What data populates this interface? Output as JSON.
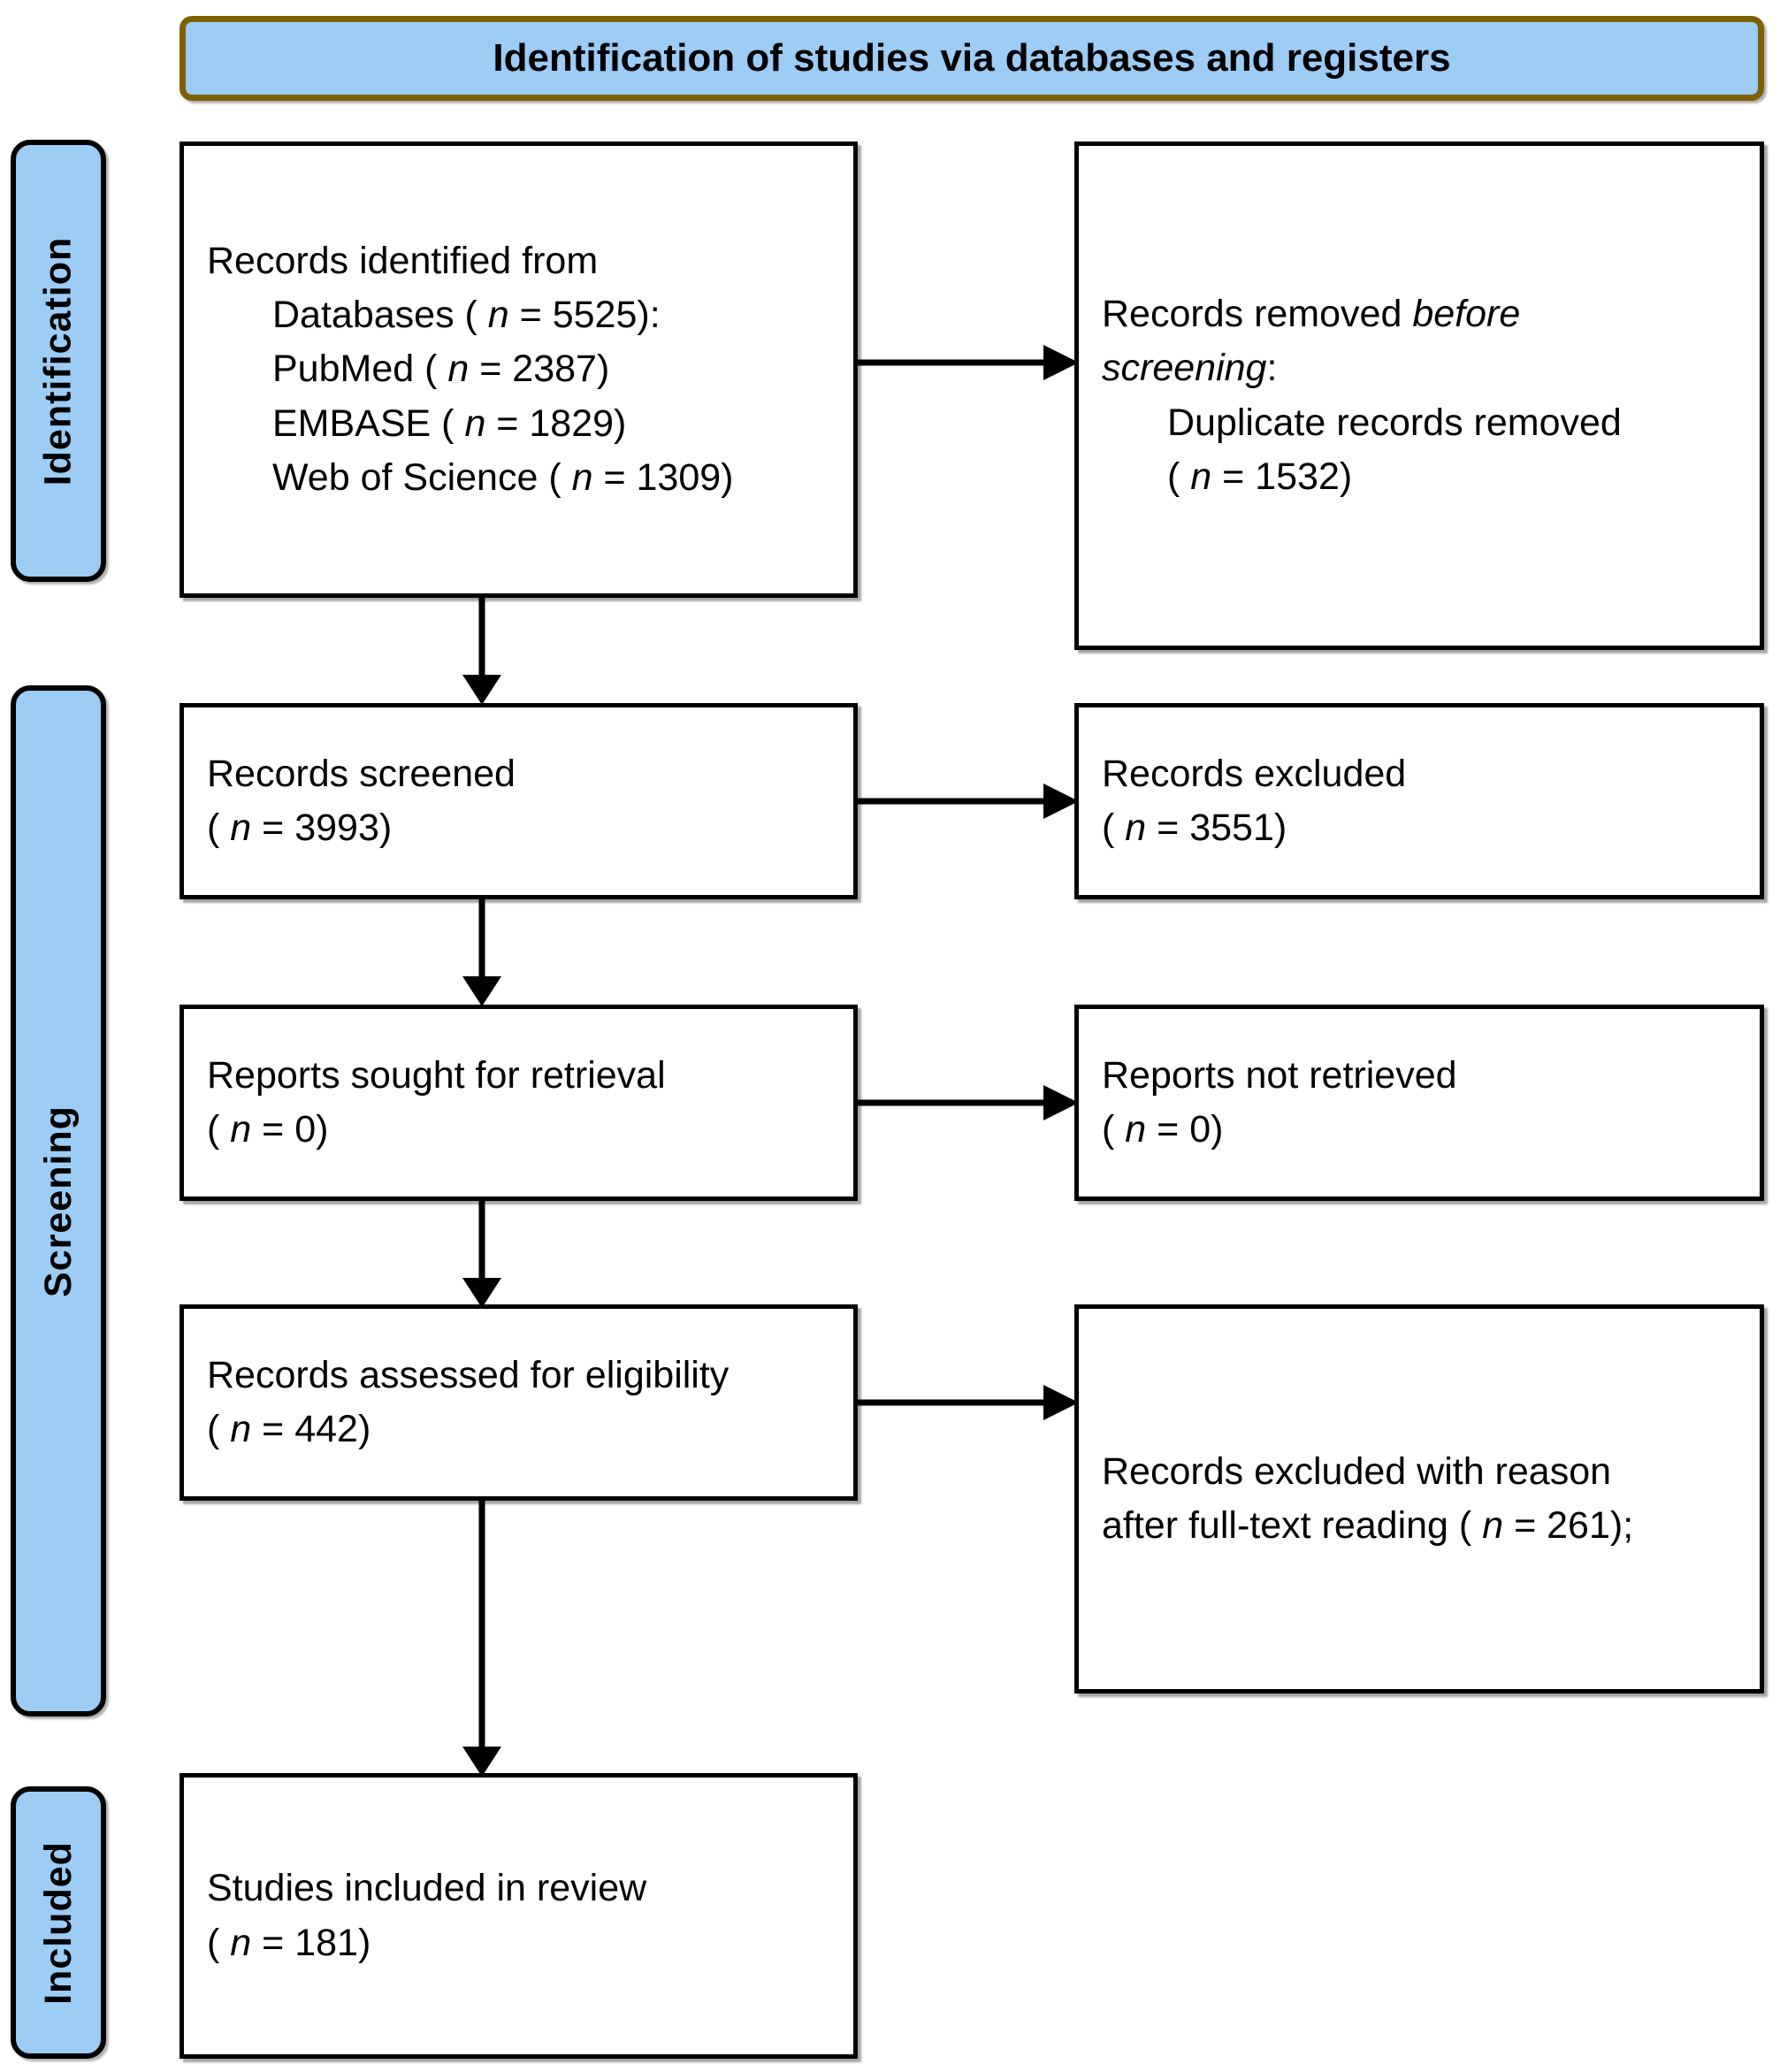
{
  "header": {
    "title": "Identification of studies via databases and registers",
    "banner_fill": "#9DCCF5",
    "banner_border": "#7F6000"
  },
  "stages": {
    "identification": "Identification",
    "screening": "Screening",
    "included": "Included",
    "fill": "#9DCCF5",
    "border": "#000000"
  },
  "boxes": {
    "identified": {
      "l1": "Records identified from",
      "l2_pre": "Databases ( ",
      "l2_n": "n",
      "l2_post": " = 5525):",
      "l3_pre": "PubMed ( ",
      "l3_n": "n",
      "l3_post": " = 2387)",
      "l4_pre": "EMBASE ( ",
      "l4_n": "n",
      "l4_post": " = 1829)",
      "l5_pre": "Web of Science ( ",
      "l5_n": "n",
      "l5_post": " = 1309)"
    },
    "removed": {
      "l1_pre": "Records removed ",
      "l1_em": "before",
      "l2_em": "screening",
      "l2_post": ":",
      "l3": "Duplicate records removed",
      "l4_pre": "( ",
      "l4_n": "n",
      "l4_post": " = 1532)"
    },
    "screened": {
      "l1": "Records screened",
      "l2_pre": "( ",
      "l2_n": "n",
      "l2_post": " = 3993)"
    },
    "excluded1": {
      "l1": "Records excluded",
      "l2_pre": "( ",
      "l2_n": "n",
      "l2_post": " = 3551)"
    },
    "sought": {
      "l1": "Reports sought for retrieval",
      "l2_pre": "( ",
      "l2_n": "n",
      "l2_post": " = 0)"
    },
    "notretrieved": {
      "l1": "Reports not retrieved",
      "l2_pre": "( ",
      "l2_n": "n",
      "l2_post": " = 0)"
    },
    "assessed": {
      "l1": "Records assessed for eligibility",
      "l2_pre": "( ",
      "l2_n": "n",
      "l2_post": " = 442)"
    },
    "excluded2": {
      "l1": "Records excluded with reason",
      "l2_pre": "after full-text reading ( ",
      "l2_n": "n",
      "l2_post": " = 261);"
    },
    "included": {
      "l1": "Studies included in review",
      "l2_pre": "( ",
      "l2_n": "n",
      "l2_post": " = 181)"
    }
  },
  "chart_data": {
    "type": "diagram",
    "title": "PRISMA flow diagram",
    "nodes": [
      {
        "id": "identified",
        "stage": "Identification",
        "label": "Records identified from Databases (n = 5525): PubMed (n = 2387), EMBASE (n = 1829), Web of Science (n = 1309)",
        "n": 5525
      },
      {
        "id": "removed",
        "stage": "Identification",
        "label": "Records removed before screening: Duplicate records removed (n = 1532)",
        "n": 1532
      },
      {
        "id": "screened",
        "stage": "Screening",
        "label": "Records screened (n = 3993)",
        "n": 3993
      },
      {
        "id": "excluded1",
        "stage": "Screening",
        "label": "Records excluded (n = 3551)",
        "n": 3551
      },
      {
        "id": "sought",
        "stage": "Screening",
        "label": "Reports sought for retrieval (n = 0)",
        "n": 0
      },
      {
        "id": "notretrieved",
        "stage": "Screening",
        "label": "Reports not retrieved (n = 0)",
        "n": 0
      },
      {
        "id": "assessed",
        "stage": "Screening",
        "label": "Records assessed for eligibility (n = 442)",
        "n": 442
      },
      {
        "id": "excluded2",
        "stage": "Screening",
        "label": "Records excluded with reason after full-text reading (n = 261);",
        "n": 261
      },
      {
        "id": "included",
        "stage": "Included",
        "label": "Studies included in review (n = 181)",
        "n": 181
      }
    ],
    "edges": [
      {
        "from": "identified",
        "to": "removed",
        "direction": "right"
      },
      {
        "from": "identified",
        "to": "screened",
        "direction": "down"
      },
      {
        "from": "screened",
        "to": "excluded1",
        "direction": "right"
      },
      {
        "from": "screened",
        "to": "sought",
        "direction": "down"
      },
      {
        "from": "sought",
        "to": "notretrieved",
        "direction": "right"
      },
      {
        "from": "sought",
        "to": "assessed",
        "direction": "down"
      },
      {
        "from": "assessed",
        "to": "excluded2",
        "direction": "right"
      },
      {
        "from": "assessed",
        "to": "included",
        "direction": "down"
      }
    ]
  }
}
